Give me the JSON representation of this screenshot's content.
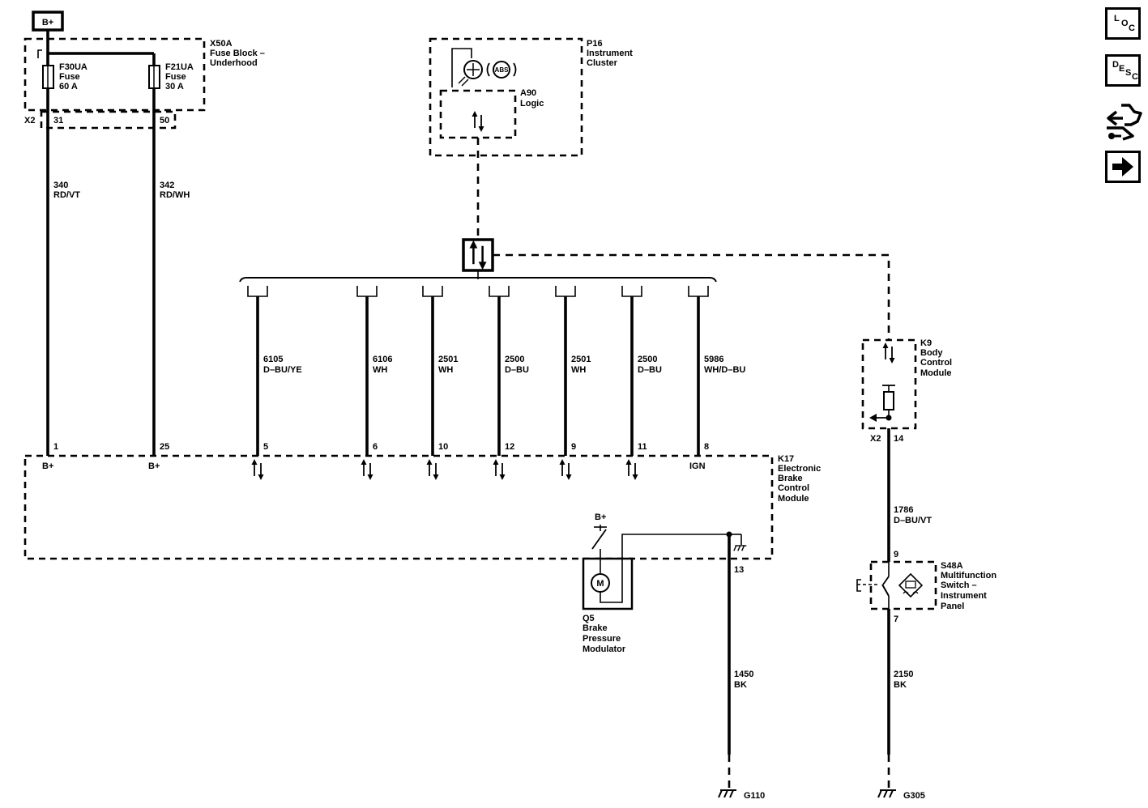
{
  "battery_label": "B+",
  "fuse_block": {
    "name": "X50A",
    "desc_line1": "Fuse Block –",
    "desc_line2": "Underhood",
    "connector": "X2",
    "fuse1": {
      "name": "F30UA",
      "type": "Fuse",
      "rating": "60 A",
      "pin": "31"
    },
    "fuse2": {
      "name": "F21UA",
      "type": "Fuse",
      "rating": "30 A",
      "pin": "50"
    }
  },
  "instrument_cluster": {
    "name": "P16",
    "desc_line1": "Instrument",
    "desc_line2": "Cluster",
    "logic_name": "A90",
    "logic_desc": "Logic",
    "indicator": "ABS"
  },
  "body_control_module": {
    "name": "K9",
    "desc_line1": "Body",
    "desc_line2": "Control",
    "desc_line3": "Module",
    "connector": "X2",
    "pin": "14"
  },
  "ebcm": {
    "name": "K17",
    "desc_line1": "Electronic",
    "desc_line2": "Brake",
    "desc_line3": "Control",
    "desc_line4": "Module",
    "bplus_label": "B+",
    "ign_label": "IGN",
    "ground_pin": "13"
  },
  "wires": [
    {
      "circuit": "340",
      "color": "RD/VT",
      "pin": "1"
    },
    {
      "circuit": "342",
      "color": "RD/WH",
      "pin": "25"
    },
    {
      "circuit": "6105",
      "color": "D–BU/YE",
      "pin": "5"
    },
    {
      "circuit": "6106",
      "color": "WH",
      "pin": "6"
    },
    {
      "circuit": "2501",
      "color": "WH",
      "pin": "10"
    },
    {
      "circuit": "2500",
      "color": "D–BU",
      "pin": "12"
    },
    {
      "circuit": "2501",
      "color": "WH",
      "pin": "9"
    },
    {
      "circuit": "2500",
      "color": "D–BU",
      "pin": "11"
    },
    {
      "circuit": "5986",
      "color": "WH/D–BU",
      "pin": "8"
    }
  ],
  "modulator": {
    "name": "Q5",
    "desc_line1": "Brake",
    "desc_line2": "Pressure",
    "desc_line3": "Modulator",
    "motor_label": "M",
    "bplus_label": "B+"
  },
  "switch": {
    "name": "S48A",
    "desc_line1": "Multifunction",
    "desc_line2": "Switch –",
    "desc_line3": "Instrument",
    "desc_line4": "Panel",
    "pin_top": "9",
    "pin_bottom": "7"
  },
  "switch_wire_top": {
    "circuit": "1786",
    "color": "D–BU/VT"
  },
  "ground_wire_1": {
    "circuit": "1450",
    "color": "BK",
    "ground": "G110"
  },
  "ground_wire_2": {
    "circuit": "2150",
    "color": "BK",
    "ground": "G305"
  },
  "nav": {
    "loc": {
      "l": "L",
      "o": "O",
      "c": "C"
    },
    "desc": {
      "d": "D",
      "e": "E",
      "s": "S",
      "c": "C"
    },
    "connector_icon": "connector-icon",
    "next_icon": "arrow-right-icon"
  }
}
